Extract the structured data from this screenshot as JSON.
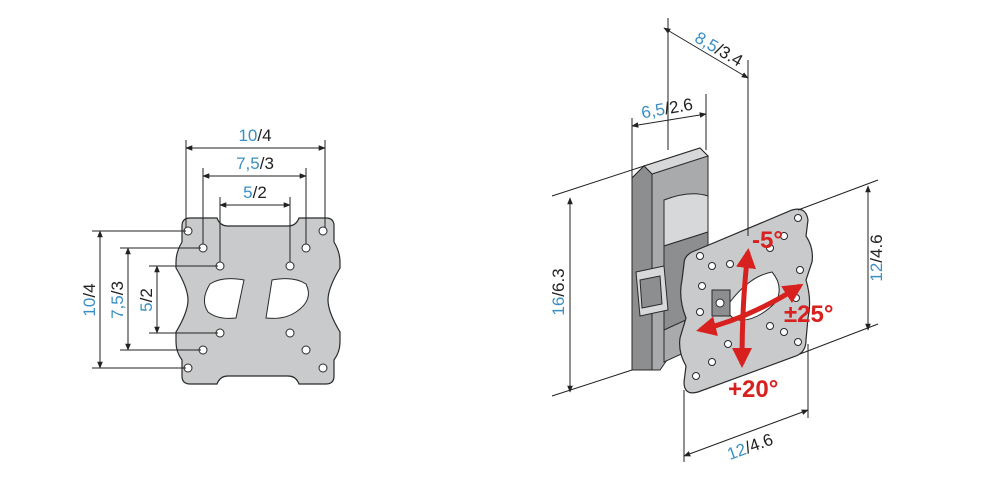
{
  "front_view": {
    "width_10": {
      "metric": "10",
      "sep": "/",
      "inch": "4"
    },
    "width_75": {
      "metric": "7,5",
      "sep": "/",
      "inch": "3"
    },
    "width_5": {
      "metric": "5",
      "sep": "/",
      "inch": "2"
    },
    "height_10": {
      "metric": "10",
      "sep": "/",
      "inch": "4"
    },
    "height_75": {
      "metric": "7,5",
      "sep": "/",
      "inch": "3"
    },
    "height_5": {
      "metric": "5",
      "sep": "/",
      "inch": "2"
    }
  },
  "side_view": {
    "depth_max": {
      "metric": "8,5",
      "sep": "/",
      "inch": "3.4"
    },
    "depth_min": {
      "metric": "6,5",
      "sep": "/",
      "inch": "2.6"
    },
    "height_mount": {
      "metric": "16",
      "sep": "/",
      "inch": "6.3"
    },
    "height_plate": {
      "metric": "12",
      "sep": "/",
      "inch": "4.6"
    },
    "width_plate": {
      "metric": "12",
      "sep": "/",
      "inch": "4.6"
    },
    "tilt_up": "-5°",
    "tilt_down": "+20°",
    "swivel": "±25°"
  },
  "colors": {
    "metric": "#3a8fc4",
    "inch": "#222222",
    "angle": "#d8201f"
  }
}
